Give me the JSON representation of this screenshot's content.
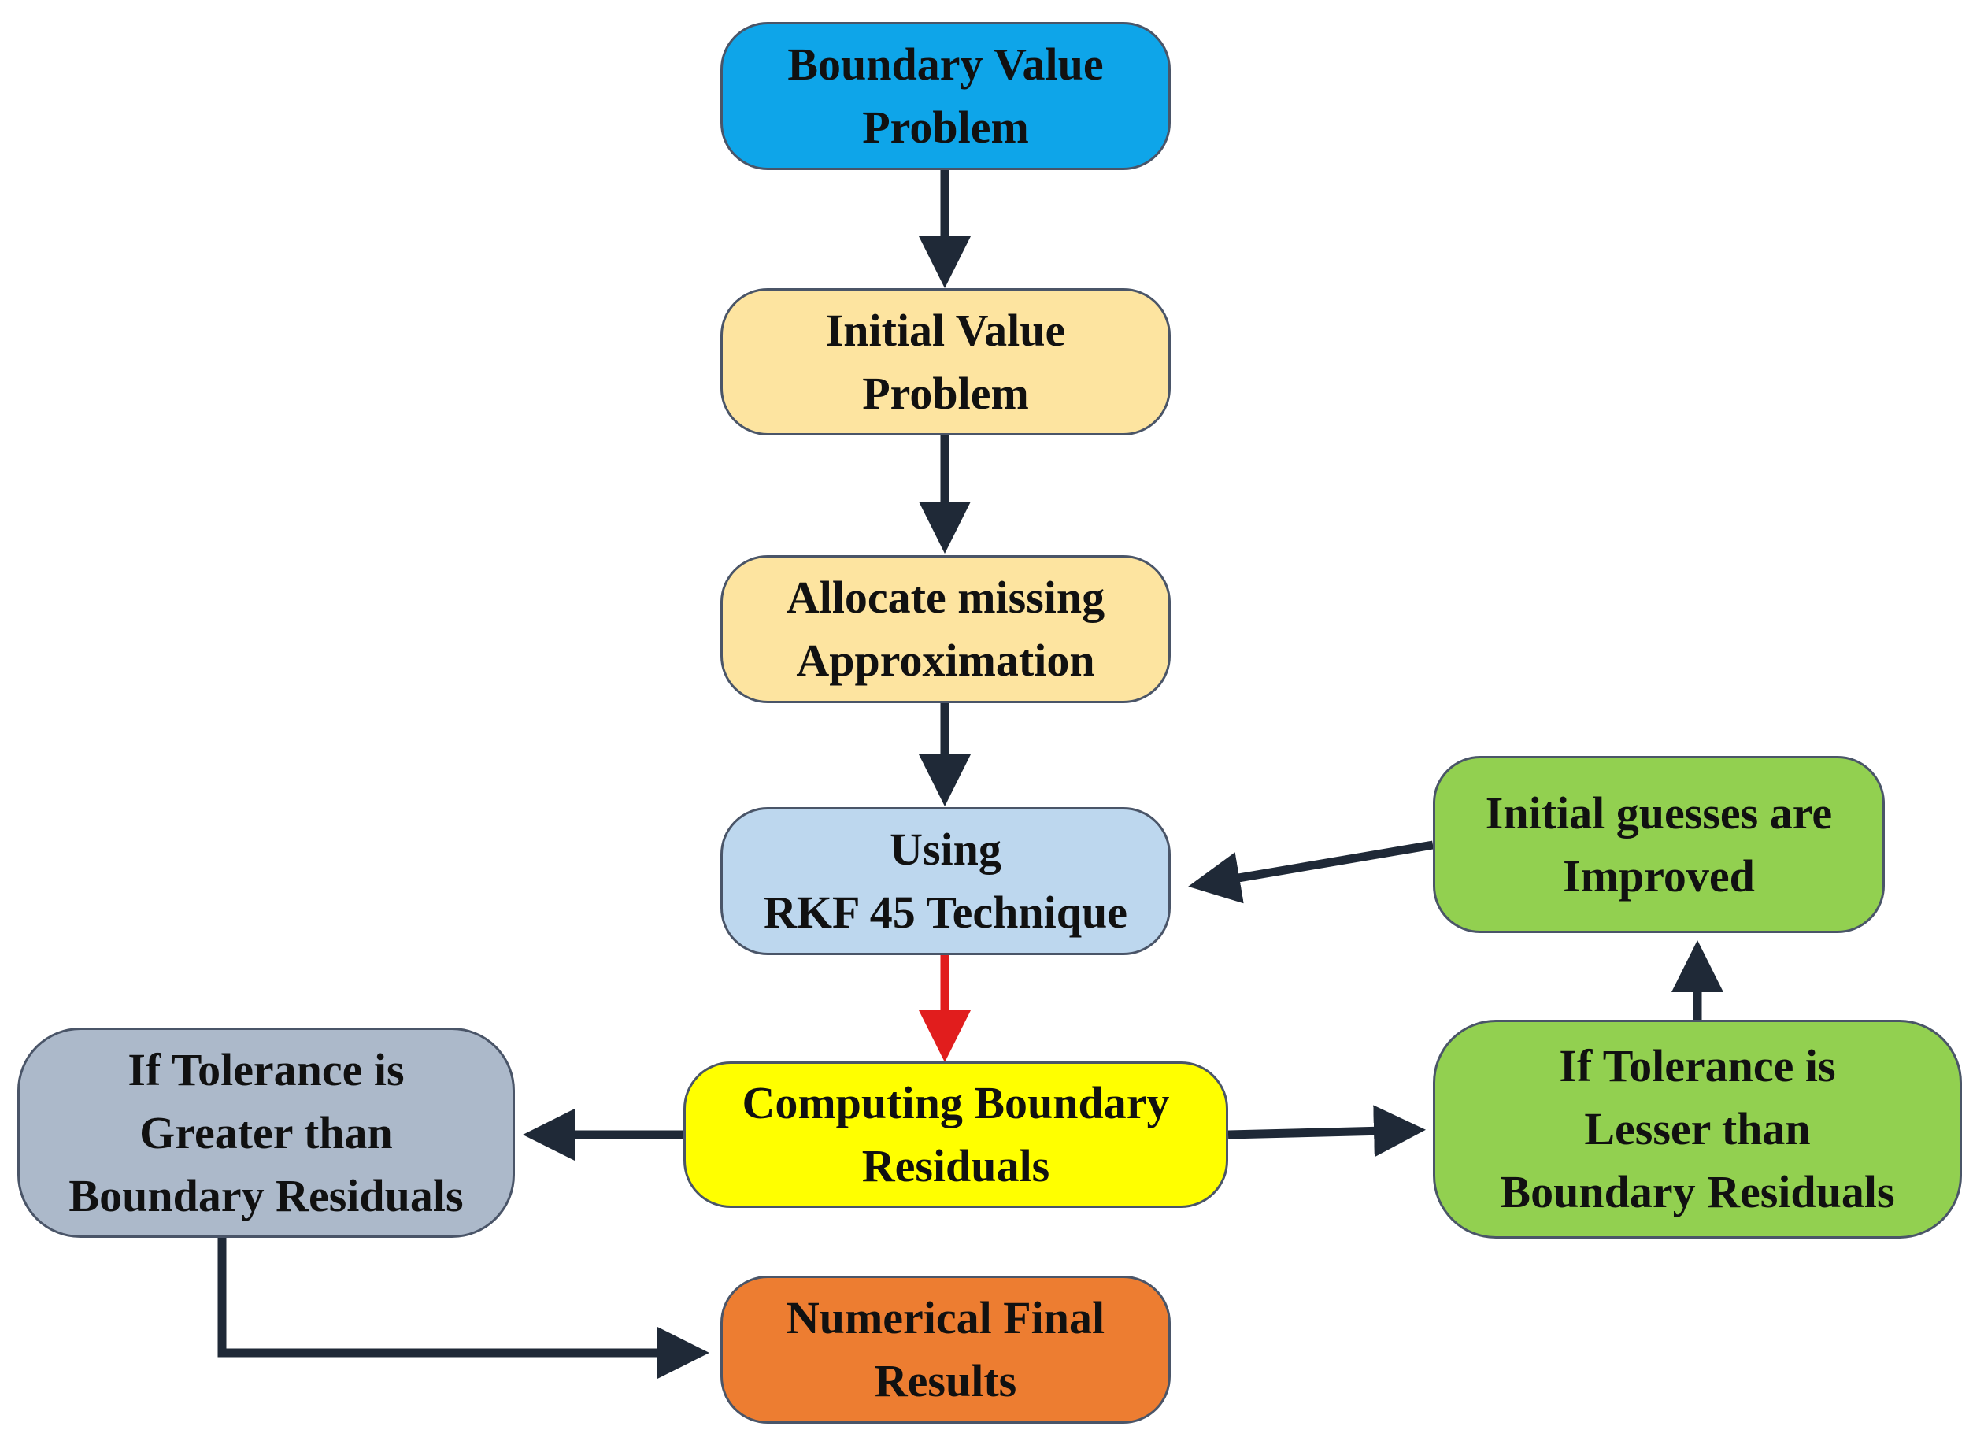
{
  "nodes": {
    "bvp": {
      "label": "Boundary Value\nProblem",
      "color": "#0ea5e9"
    },
    "ivp": {
      "label": "Initial Value\nProblem",
      "color": "#fde4a0"
    },
    "allocate": {
      "label": "Allocate missing\nApproximation",
      "color": "#fde4a0"
    },
    "rkf": {
      "label": "Using\nRKF 45 Technique",
      "color": "#bdd7ee"
    },
    "computing": {
      "label": "Computing Boundary\nResiduals",
      "color": "#ffff00"
    },
    "greater": {
      "label": "If Tolerance is\nGreater than\nBoundary Residuals",
      "color": "#acb9ca"
    },
    "lesser": {
      "label": "If Tolerance is\nLesser than\nBoundary Residuals",
      "color": "#92d050"
    },
    "improved": {
      "label": "Initial guesses are\nImproved",
      "color": "#92d050"
    },
    "final": {
      "label": "Numerical  Final\nResults",
      "color": "#ed7d31"
    }
  },
  "colors": {
    "arrow": "#1f2937",
    "highlight_arrow": "#e11d1d",
    "border": "#4a5568"
  }
}
